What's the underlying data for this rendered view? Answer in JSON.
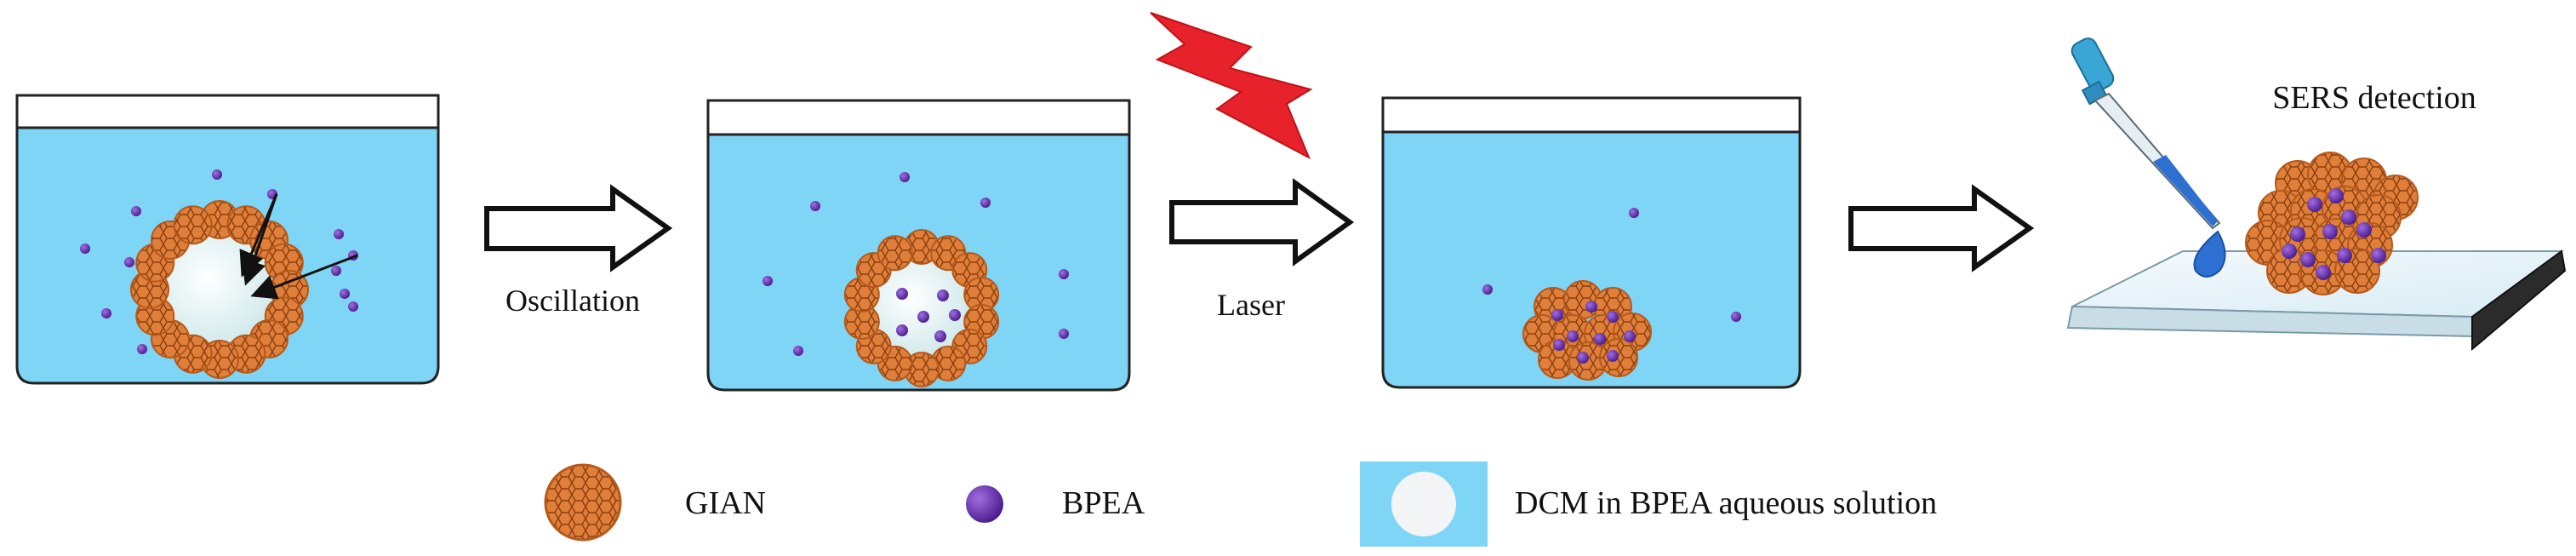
{
  "steps": [
    {
      "label": "Oscillation"
    },
    {
      "label": "Laser"
    },
    {
      "label": ""
    },
    {
      "label": "SERS detection"
    }
  ],
  "legend": [
    {
      "name": "GIAN",
      "icon": "gian-particle-icon"
    },
    {
      "name": "BPEA",
      "icon": "bpea-molecule-icon"
    },
    {
      "name": "DCM in BPEA aqueous solution",
      "icon": "dcm-droplet-icon"
    }
  ],
  "colors": {
    "water": "#7fd5f5",
    "gian": "#e07f3a",
    "gian_line": "#8a3f10",
    "bpea": "#6a2eb8",
    "droplet": "#e8f4f4",
    "lightning": "#e8222a",
    "pipette": "#39a6d6"
  }
}
